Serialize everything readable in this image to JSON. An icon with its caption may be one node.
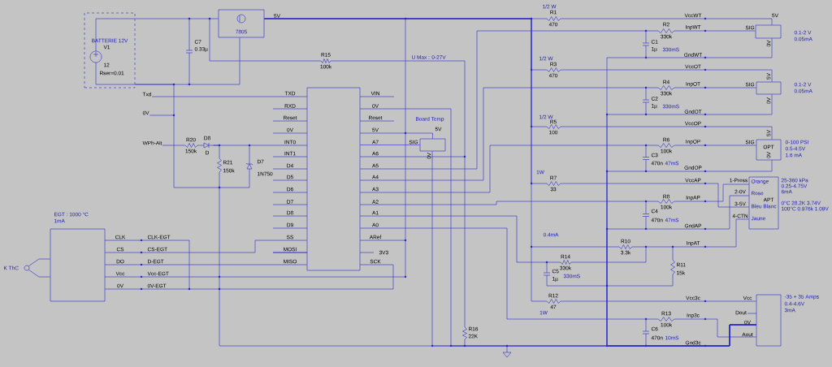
{
  "diagram": {
    "nodes": [
      {
        "text": [
          "BATTERIE 12V",
          "V1",
          "12",
          "Rser=0.01"
        ]
      },
      {
        "text": [
          "7805"
        ]
      },
      {
        "text": [],
        "shape": "box"
      },
      {
        "text": [
          "Board Temp"
        ]
      },
      {
        "text": [],
        "shape": "box",
        "beside": [
          "0.1-2 V",
          "0.05mA"
        ]
      },
      {
        "text": [],
        "shape": "box",
        "beside": [
          "0.1-2 V",
          "0.05mA"
        ]
      },
      {
        "text": [
          "OPT"
        ],
        "beside": [
          "0-100 PSI",
          "0.5-4.5V",
          "1.6 mA"
        ]
      },
      {
        "text": [
          "Orange",
          "Rose",
          "APT",
          "Bleu Blanc",
          "Jaune"
        ],
        "beside": [
          "25-360 kPa",
          "0.25-4.75V",
          "6mA",
          "0°C 28.2K 3.74V",
          "100°C 0.976k 1.09V"
        ]
      },
      {
        "text": [],
        "shape": "box",
        "beside": [
          "EGT : 1000 °C",
          "1mA"
        ]
      },
      {
        "text": [],
        "shape": "circle",
        "beside": [
          "K ThC"
        ]
      },
      {
        "text": [],
        "shape": "box",
        "beside": [
          "-35 + 35 Amps",
          "0.4-4.6V",
          "3mA"
        ]
      },
      {
        "text": [
          "Txd"
        ]
      },
      {
        "text": [
          "0V"
        ]
      },
      {
        "text": [
          "WPh-Alt"
        ]
      },
      {
        "text": [
          "D8",
          "D"
        ]
      }
    ],
    "edges": [
      {
        "from": 0,
        "to": 1,
        "arrow": "none"
      },
      {
        "from": 9,
        "to": 8,
        "arrow": "none"
      },
      {
        "from": 9,
        "to": 8,
        "arrow": "none"
      },
      {
        "from": 3,
        "to": 2,
        "arrow": "none"
      },
      {
        "from": 8,
        "to": 2,
        "arrow": "none"
      },
      {
        "from": 8,
        "to": 2,
        "arrow": "none"
      },
      {
        "from": 2,
        "to": 3,
        "arrow": "none"
      },
      {
        "from": 0,
        "to": 1,
        "arrow": "none"
      },
      {
        "from": 8,
        "to": 2,
        "arrow": "none"
      },
      {
        "from": 1,
        "to": 10,
        "arrow": "none"
      },
      {
        "from": 2,
        "to": 10,
        "arrow": "none"
      },
      {
        "from": 11,
        "to": 2,
        "arrow": "none"
      },
      {
        "from": 12,
        "to": 0,
        "arrow": "none"
      },
      {
        "from": 13,
        "to": 14,
        "arrow": "none"
      },
      {
        "from": 1,
        "to": 4,
        "arrow": "none"
      },
      {
        "from": 1,
        "to": 5,
        "arrow": "none"
      },
      {
        "from": 1,
        "to": 6,
        "arrow": "none"
      },
      {
        "from": 1,
        "to": 7,
        "arrow": "none"
      },
      {
        "from": 2,
        "to": 4,
        "arrow": "none"
      },
      {
        "from": 2,
        "to": 5,
        "arrow": "none"
      },
      {
        "from": 2,
        "to": 6,
        "arrow": "none"
      },
      {
        "from": 2,
        "to": 7,
        "arrow": "none"
      },
      {
        "from": 2,
        "to": 7,
        "arrow": "none"
      },
      {
        "from": 2,
        "to": 10,
        "arrow": "none"
      },
      {
        "from": 3,
        "to": 10,
        "arrow": "none"
      },
      {
        "from": 4,
        "to": 10,
        "arrow": "none"
      },
      {
        "from": 5,
        "to": 10,
        "arrow": "none"
      },
      {
        "from": 6,
        "to": 10,
        "arrow": "none"
      },
      {
        "from": 7,
        "to": 10,
        "arrow": "none"
      },
      {
        "from": 14,
        "to": 10,
        "arrow": "none"
      },
      {
        "from": 14,
        "to": 2,
        "arrow": "none"
      }
    ],
    "labels": [
      "5V",
      "1/2 W",
      "R1",
      "VccWT",
      "5V",
      "470",
      "R2",
      "InpWT",
      "SIG",
      "330k",
      "C7",
      "C1",
      "0V",
      "0.33µ",
      "1µ",
      "330mS",
      "R15",
      "U Max : 0-27V",
      "1/2 W",
      "GndWT",
      "100k",
      "R3",
      "VccOT",
      "470",
      "5V",
      "R4",
      "InpOT",
      "SIG",
      "TXD",
      "VIN",
      "330k",
      "RXD",
      "0V",
      "C2",
      "1µ",
      "330mS",
      "0V",
      "GndOT",
      "Reset",
      "Reset",
      "1/2 W",
      "R5",
      "VccOP",
      "0V",
      "5V",
      "5V",
      "100",
      "5V",
      "R20",
      "INT0",
      "A7",
      "SIG",
      "R6",
      "InpOP",
      "SIG",
      "150k",
      "INT1",
      "A6",
      "0V",
      "C3",
      "100k",
      "0V",
      "R21",
      "150k",
      "D7",
      "1N750",
      "D4",
      "A5",
      "1W",
      "470n",
      "47mS",
      "GndOP",
      "D5",
      "A4",
      "R7",
      "VccAP",
      "1-Press",
      "D6",
      "A3",
      "33",
      "2-0V",
      "D7",
      "A2",
      "R8",
      "InpAP",
      "3-5V",
      "D8",
      "A1",
      "C4",
      "100k",
      "4-CTN",
      "D9",
      "A0",
      "470n",
      "47mS",
      "GndAP",
      "CLK",
      "CLK-EGT",
      "SS",
      "ARef",
      "0.4mA",
      "R10",
      "InpAT",
      "CS",
      "CS-EGT",
      "MOSI",
      "3V3",
      "R14",
      "3.3k",
      "DO",
      "D-EGT",
      "MISO",
      "SCK",
      "330k",
      "R11",
      "Vcc",
      "Vcc-EGT",
      "C5",
      "1µ",
      "330mS",
      "15k",
      "0V",
      "0V-EGT",
      "R12",
      "Vcc3c",
      "Vcc",
      "47",
      "1W",
      "R13",
      "Inp3c",
      "Dout",
      "100k",
      "0V",
      "R16",
      "22K",
      "C6",
      "470n",
      "10mS",
      "Gnd3c",
      "Aout"
    ]
  }
}
